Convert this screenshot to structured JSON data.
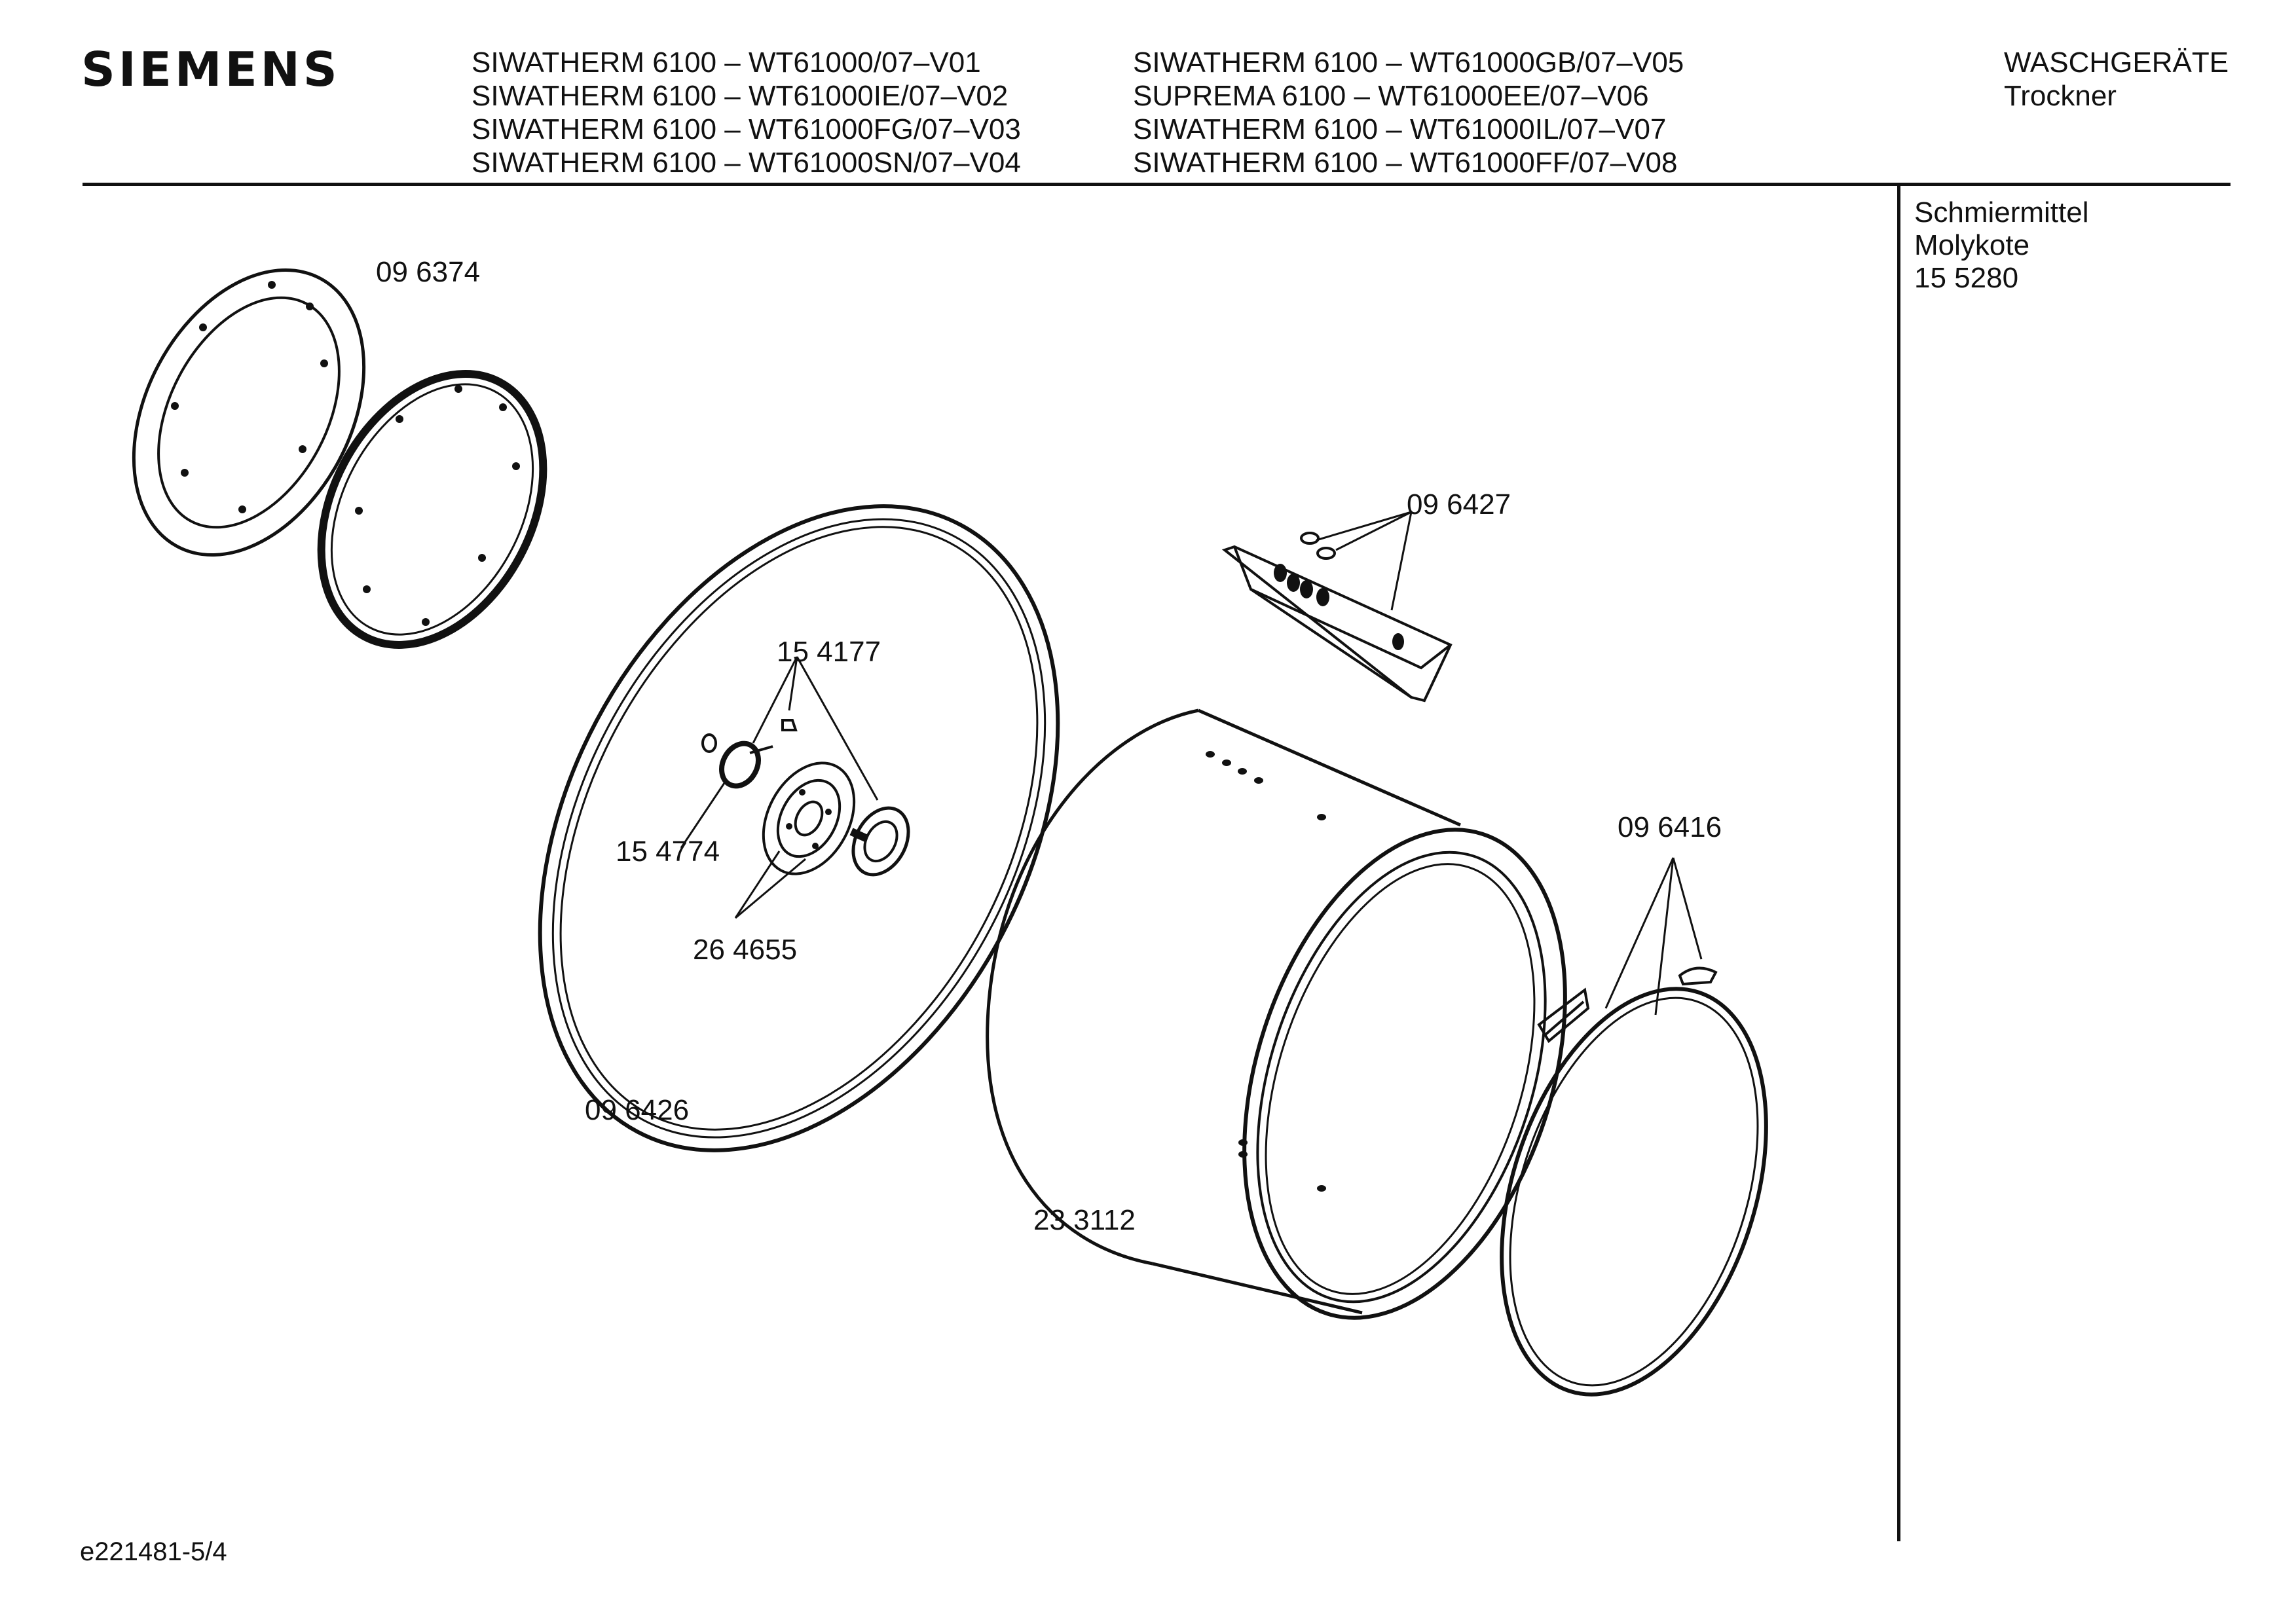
{
  "header": {
    "brand": "SIEMENS",
    "models_col1": [
      "SIWATHERM 6100 – WT61000/07–V01",
      "SIWATHERM 6100 – WT61000IE/07–V02",
      "SIWATHERM 6100 – WT61000FG/07–V03",
      "SIWATHERM 6100 – WT61000SN/07–V04"
    ],
    "models_col2": [
      "SIWATHERM 6100 – WT61000GB/07–V05",
      "SUPREMA 6100 – WT61000EE/07–V06",
      "SIWATHERM 6100 – WT61000IL/07–V07",
      "SIWATHERM 6100 – WT61000FF/07–V08"
    ],
    "category": "WASCHGERÄTE",
    "subcategory": "Trockner"
  },
  "side_notes": {
    "line1": "Schmiermittel",
    "line2": "Molykote",
    "line3": "15 5280"
  },
  "parts": {
    "p096374": "09 6374",
    "p096427": "09 6427",
    "p154177": "15 4177",
    "p154774": "15 4774",
    "p264655": "26 4655",
    "p096426": "09 6426",
    "p096416": "09 6416",
    "p233112": "23 3112"
  },
  "footer": {
    "doc_id": "e221481-5/4"
  }
}
